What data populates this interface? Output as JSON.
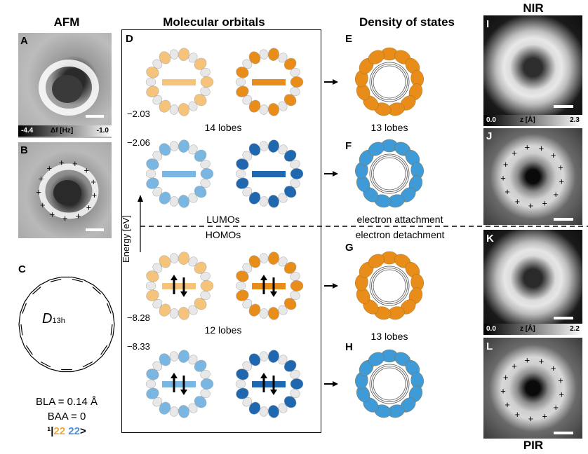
{
  "headers": {
    "afm": "AFM",
    "orbitals": "Molecular orbitals",
    "dos": "Density of states",
    "nir": "NIR",
    "pir": "PIR"
  },
  "panels": {
    "A": "A",
    "B": "B",
    "C": "C",
    "D": "D",
    "E": "E",
    "F": "F",
    "G": "G",
    "H": "H",
    "I": "I",
    "J": "J",
    "K": "K",
    "L": "L"
  },
  "afm_colorbar": {
    "min": "-4.4",
    "label": "Δf [Hz]",
    "max": "-1.0"
  },
  "nir_colorbar": {
    "min": "0.0",
    "label": "z [Å]",
    "max": "2.3"
  },
  "pir_colorbar": {
    "min": "0.0",
    "label": "z [Å]",
    "max": "2.2"
  },
  "structure": {
    "symmetry_main": "D",
    "symmetry_sub": "13h",
    "bla": "BLA = 0.14 Å",
    "baa": "BAA = 0",
    "config_prefix": "¹|",
    "config_a": "22",
    "config_b": "22",
    "config_suffix": ">"
  },
  "energies": {
    "lumo_top": "−2.03",
    "lumo_bottom": "−2.06",
    "homo_top": "−8.28",
    "homo_bottom": "−8.33"
  },
  "lobes": {
    "lumo": "14 lobes",
    "dos_lumo": "13 lobes",
    "homo": "12 lobes",
    "dos_homo": "13 lobes"
  },
  "axis": {
    "energy": "Energy [eV]"
  },
  "labels": {
    "lumos": "LUMOs",
    "homos": "HOMOs",
    "attach": "electron attachment",
    "detach": "electron detachment"
  },
  "colors": {
    "orange_light": "#f5c37a",
    "orange_dark": "#e88c1a",
    "blue_light": "#79b7e2",
    "blue_dark": "#1f68b0",
    "lobe_white": "#e8e8e8"
  }
}
